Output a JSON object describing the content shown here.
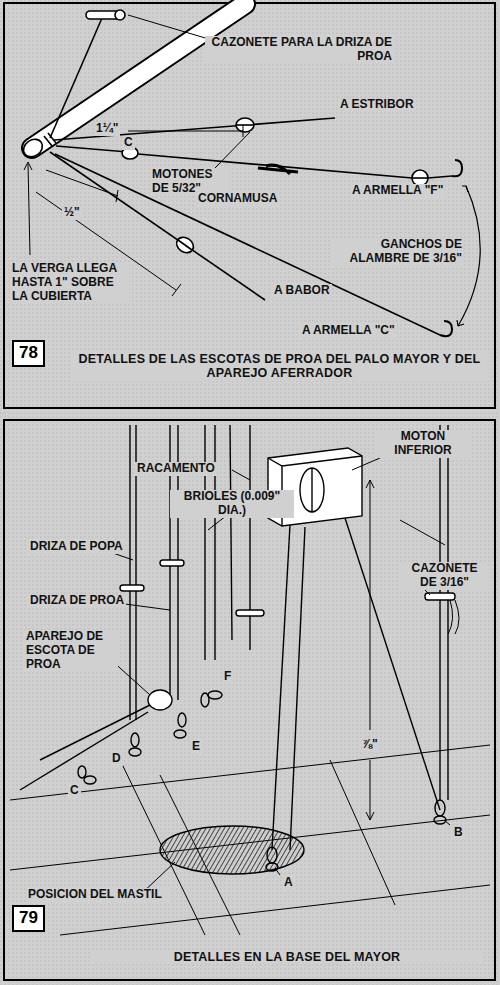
{
  "diagram": {
    "nodes": [
      {
        "text": [
          "78"
        ]
      },
      {
        "text": [
          "79"
        ]
      }
    ],
    "labels": [
      "CAZONETE PARA LA DRIZA DE PROA",
      "A ESTRIBOR",
      "1¼\"",
      "MOTONES DE 5/32\"",
      "C",
      "CORNAMUSA",
      "A ARMELLA \"F\"",
      "½\"",
      "GANCHOS DE ALAMBRE DE 3/16\"",
      "1¼\"",
      "A BABOR",
      "A ARMELLA \"C\"",
      "LA VERGA LLEGA HASTA 1\" SOBRE LA CUBIERTA",
      "DETALLES DE LAS ESCOTAS DE PROA DEL PALO MAYOR Y DEL APAREJO AFERRADOR",
      "RACAMENTO",
      "MOTON INFERIOR",
      "BRIOLES (0.009\" DIA.)",
      "DRIZA DE POPA",
      "DRIZA DE PROA",
      "CAZONETE DE 3/16\"",
      "APAREJO DE ESCOTA DE PROA",
      "F",
      "⅞\"",
      "C",
      "D",
      "E",
      "B",
      "POSICION DEL MASTIL",
      "A",
      "DETALLES EN LA BASE DEL MAYOR"
    ]
  }
}
